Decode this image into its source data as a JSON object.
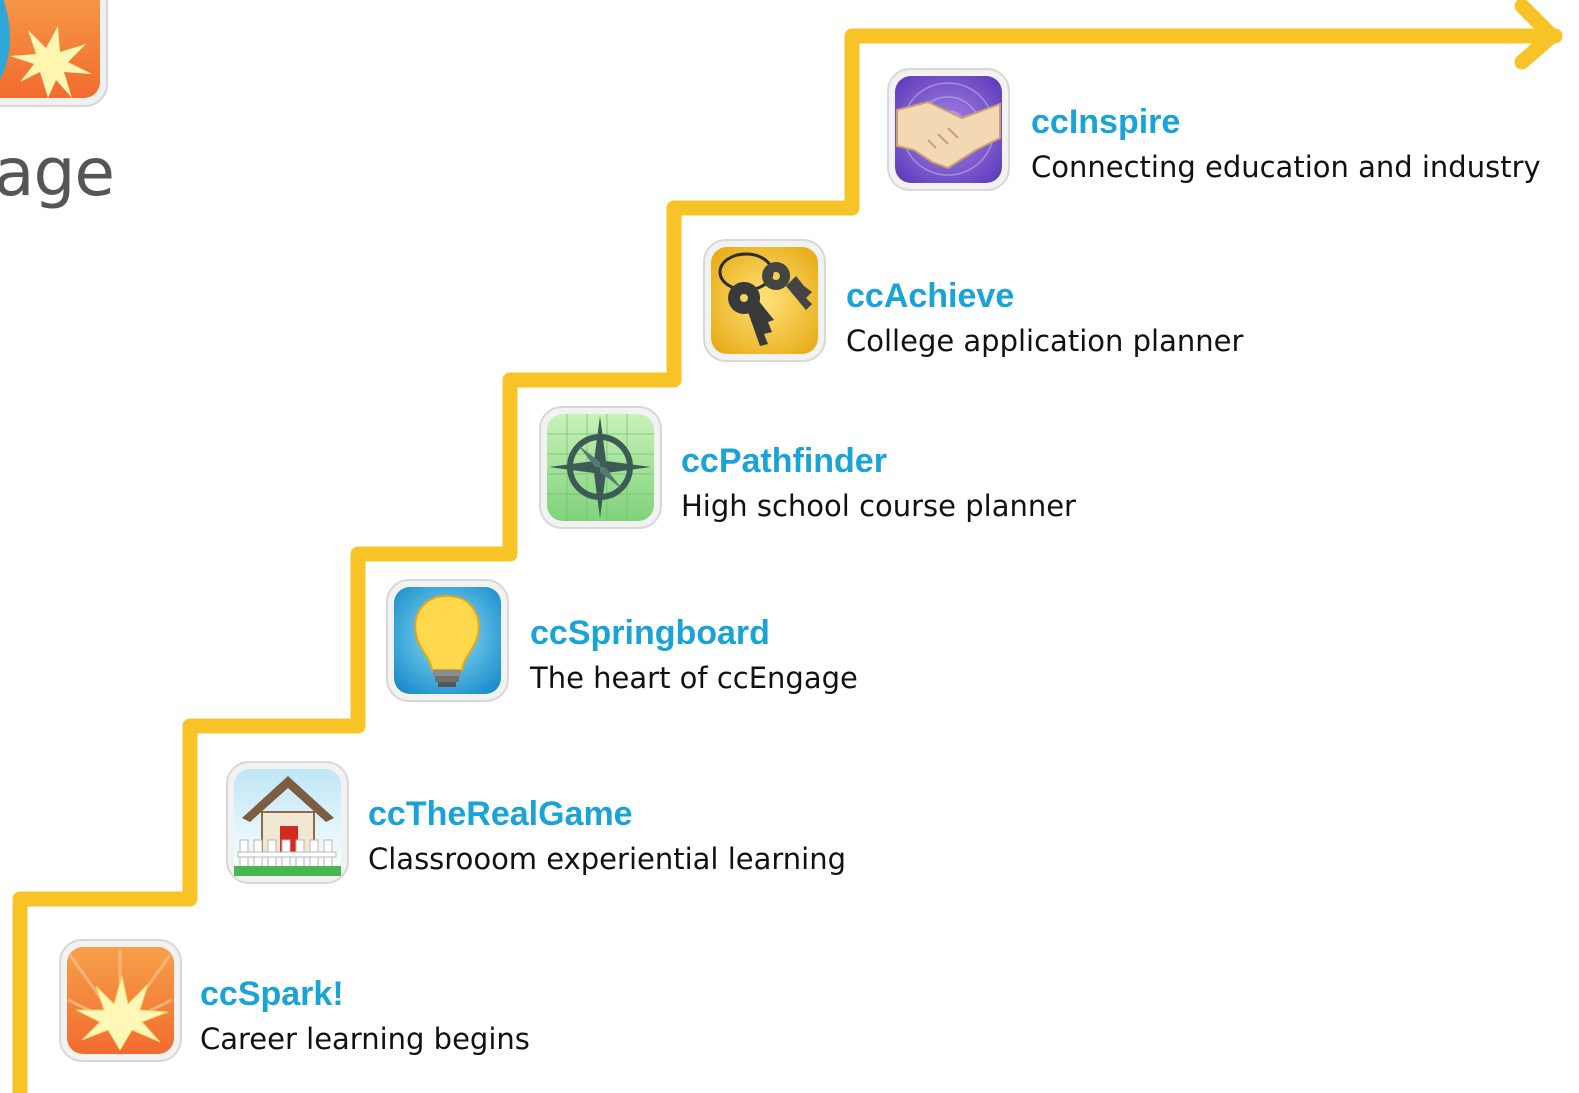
{
  "colors": {
    "accent": "#1aa3d6",
    "path": "#f7c327",
    "text": "#111111",
    "title": "#555555"
  },
  "partial_title": "age",
  "apps": [
    {
      "name": "ccSpark!",
      "description": "Career learning begins",
      "icon": "spark-icon"
    },
    {
      "name": "ccTheRealGame",
      "description": "Classrooom experiential learning",
      "icon": "house-icon"
    },
    {
      "name": "ccSpringboard",
      "description": "The heart of ccEngage",
      "icon": "lightbulb-icon"
    },
    {
      "name": "ccPathfinder",
      "description": "High school course planner",
      "icon": "compass-icon"
    },
    {
      "name": "ccAchieve",
      "description": "College application planner",
      "icon": "keys-icon"
    },
    {
      "name": "ccInspire",
      "description": "Connecting education and industry",
      "icon": "handshake-icon"
    }
  ]
}
